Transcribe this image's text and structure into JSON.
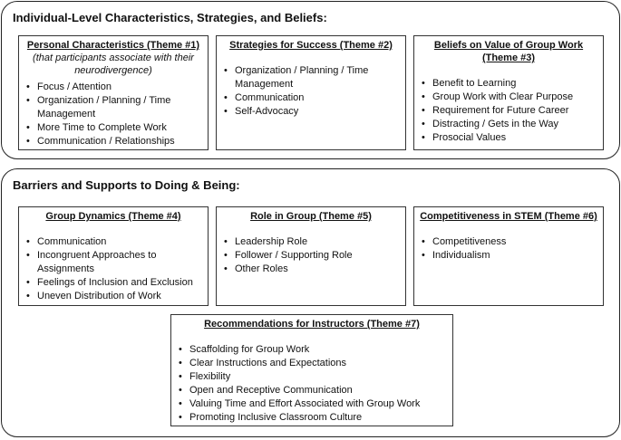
{
  "section1": {
    "title": "Individual-Level Characteristics, Strategies, and Beliefs:",
    "themes": [
      {
        "title": "Personal Characteristics (Theme #1)",
        "subtitle": "(that participants associate with their neurodivergence)",
        "items": [
          "Focus / Attention",
          "Organization / Planning / Time Management",
          "More Time to Complete Work",
          "Communication / Relationships"
        ]
      },
      {
        "title": "Strategies for Success (Theme #2)",
        "items": [
          "Organization / Planning / Time Management",
          "Communication",
          "Self-Advocacy"
        ]
      },
      {
        "title": "Beliefs on Value of Group Work (Theme #3)",
        "items": [
          "Benefit to Learning",
          "Group Work with Clear Purpose",
          "Requirement for Future Career",
          "Distracting / Gets in the Way",
          "Prosocial Values"
        ]
      }
    ]
  },
  "section2": {
    "title": "Barriers and Supports to Doing & Being:",
    "themes": [
      {
        "title": "Group Dynamics (Theme #4)",
        "items": [
          "Communication",
          "Incongruent Approaches to Assignments",
          "Feelings of Inclusion and Exclusion",
          "Uneven Distribution of Work"
        ]
      },
      {
        "title": "Role in Group (Theme #5)",
        "items": [
          "Leadership Role",
          "Follower / Supporting Role",
          "Other Roles"
        ]
      },
      {
        "title": "Competitiveness in STEM (Theme #6)",
        "items": [
          "Competitiveness",
          "Individualism"
        ]
      },
      {
        "title": "Recommendations for Instructors (Theme #7)",
        "items": [
          "Scaffolding for Group Work",
          "Clear Instructions and Expectations",
          "Flexibility",
          "Open and Receptive Communication",
          "Valuing Time and Effort Associated with Group Work",
          "Promoting Inclusive Classroom Culture"
        ]
      }
    ]
  }
}
